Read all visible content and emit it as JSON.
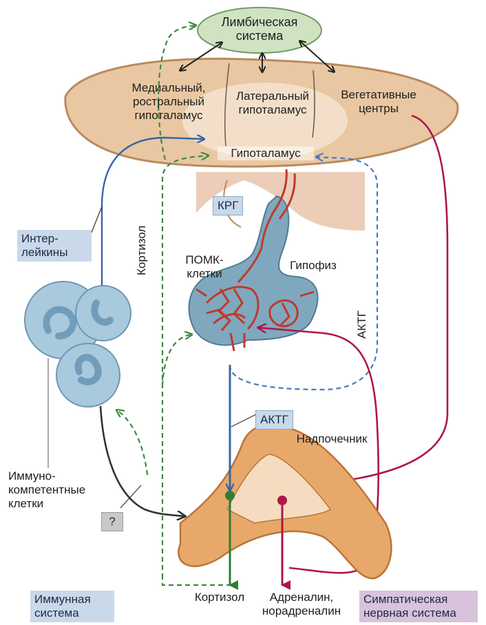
{
  "labels": {
    "limbic_system": "Лимбическая\nсистема",
    "medial_hypothalamus": "Медиальный,\nростральный\nгипоталамус",
    "lateral_hypothalamus": "Латеральный\nгипоталамус",
    "vegetative_centers": "Вегетативные\nцентры",
    "hypothalamus": "Гипоталамус",
    "krg": "КРГ",
    "interleukins": "Интер-\nлейкины",
    "cortisol_vertical": "Кортизол",
    "pomc_cells": "ПОМК-\nклетки",
    "hypophysis": "Гипофиз",
    "actg_vertical": "АКТГ",
    "actg_box": "АКТГ",
    "adrenal": "Надпочечник",
    "immunocompetent_cells": "Иммуно-\nкомпетентные\nклетки",
    "question": "?",
    "cortisol_out": "Кортизол",
    "adrenaline_out": "Адреналин,\nнорадреналин",
    "immune_system": "Иммунная\nсистема",
    "sympathetic_system": "Симпатическая\nнервная система"
  },
  "colors": {
    "limbic_fill": "#cfe3c3",
    "limbic_stroke": "#6f9a62",
    "hypothalamus_fill": "#e9c7a2",
    "hypothalamus_stroke": "#b98a5e",
    "pituitary_fill": "#7fa8be",
    "vessel_red": "#c0392b",
    "blue_arrow": "#3566a8",
    "green_dashed": "#3b8a3e",
    "blue_dashed": "#4a78c0",
    "crimson": "#b0154a",
    "adrenal_fill": "#e8a86a",
    "adrenal_core": "#f5dcc0",
    "immune_cell": "#a9c9dc",
    "label_box_blue": "#c9d9ea",
    "label_box_purple": "#d8c2dc",
    "label_box_gray": "#c8c8c8"
  }
}
